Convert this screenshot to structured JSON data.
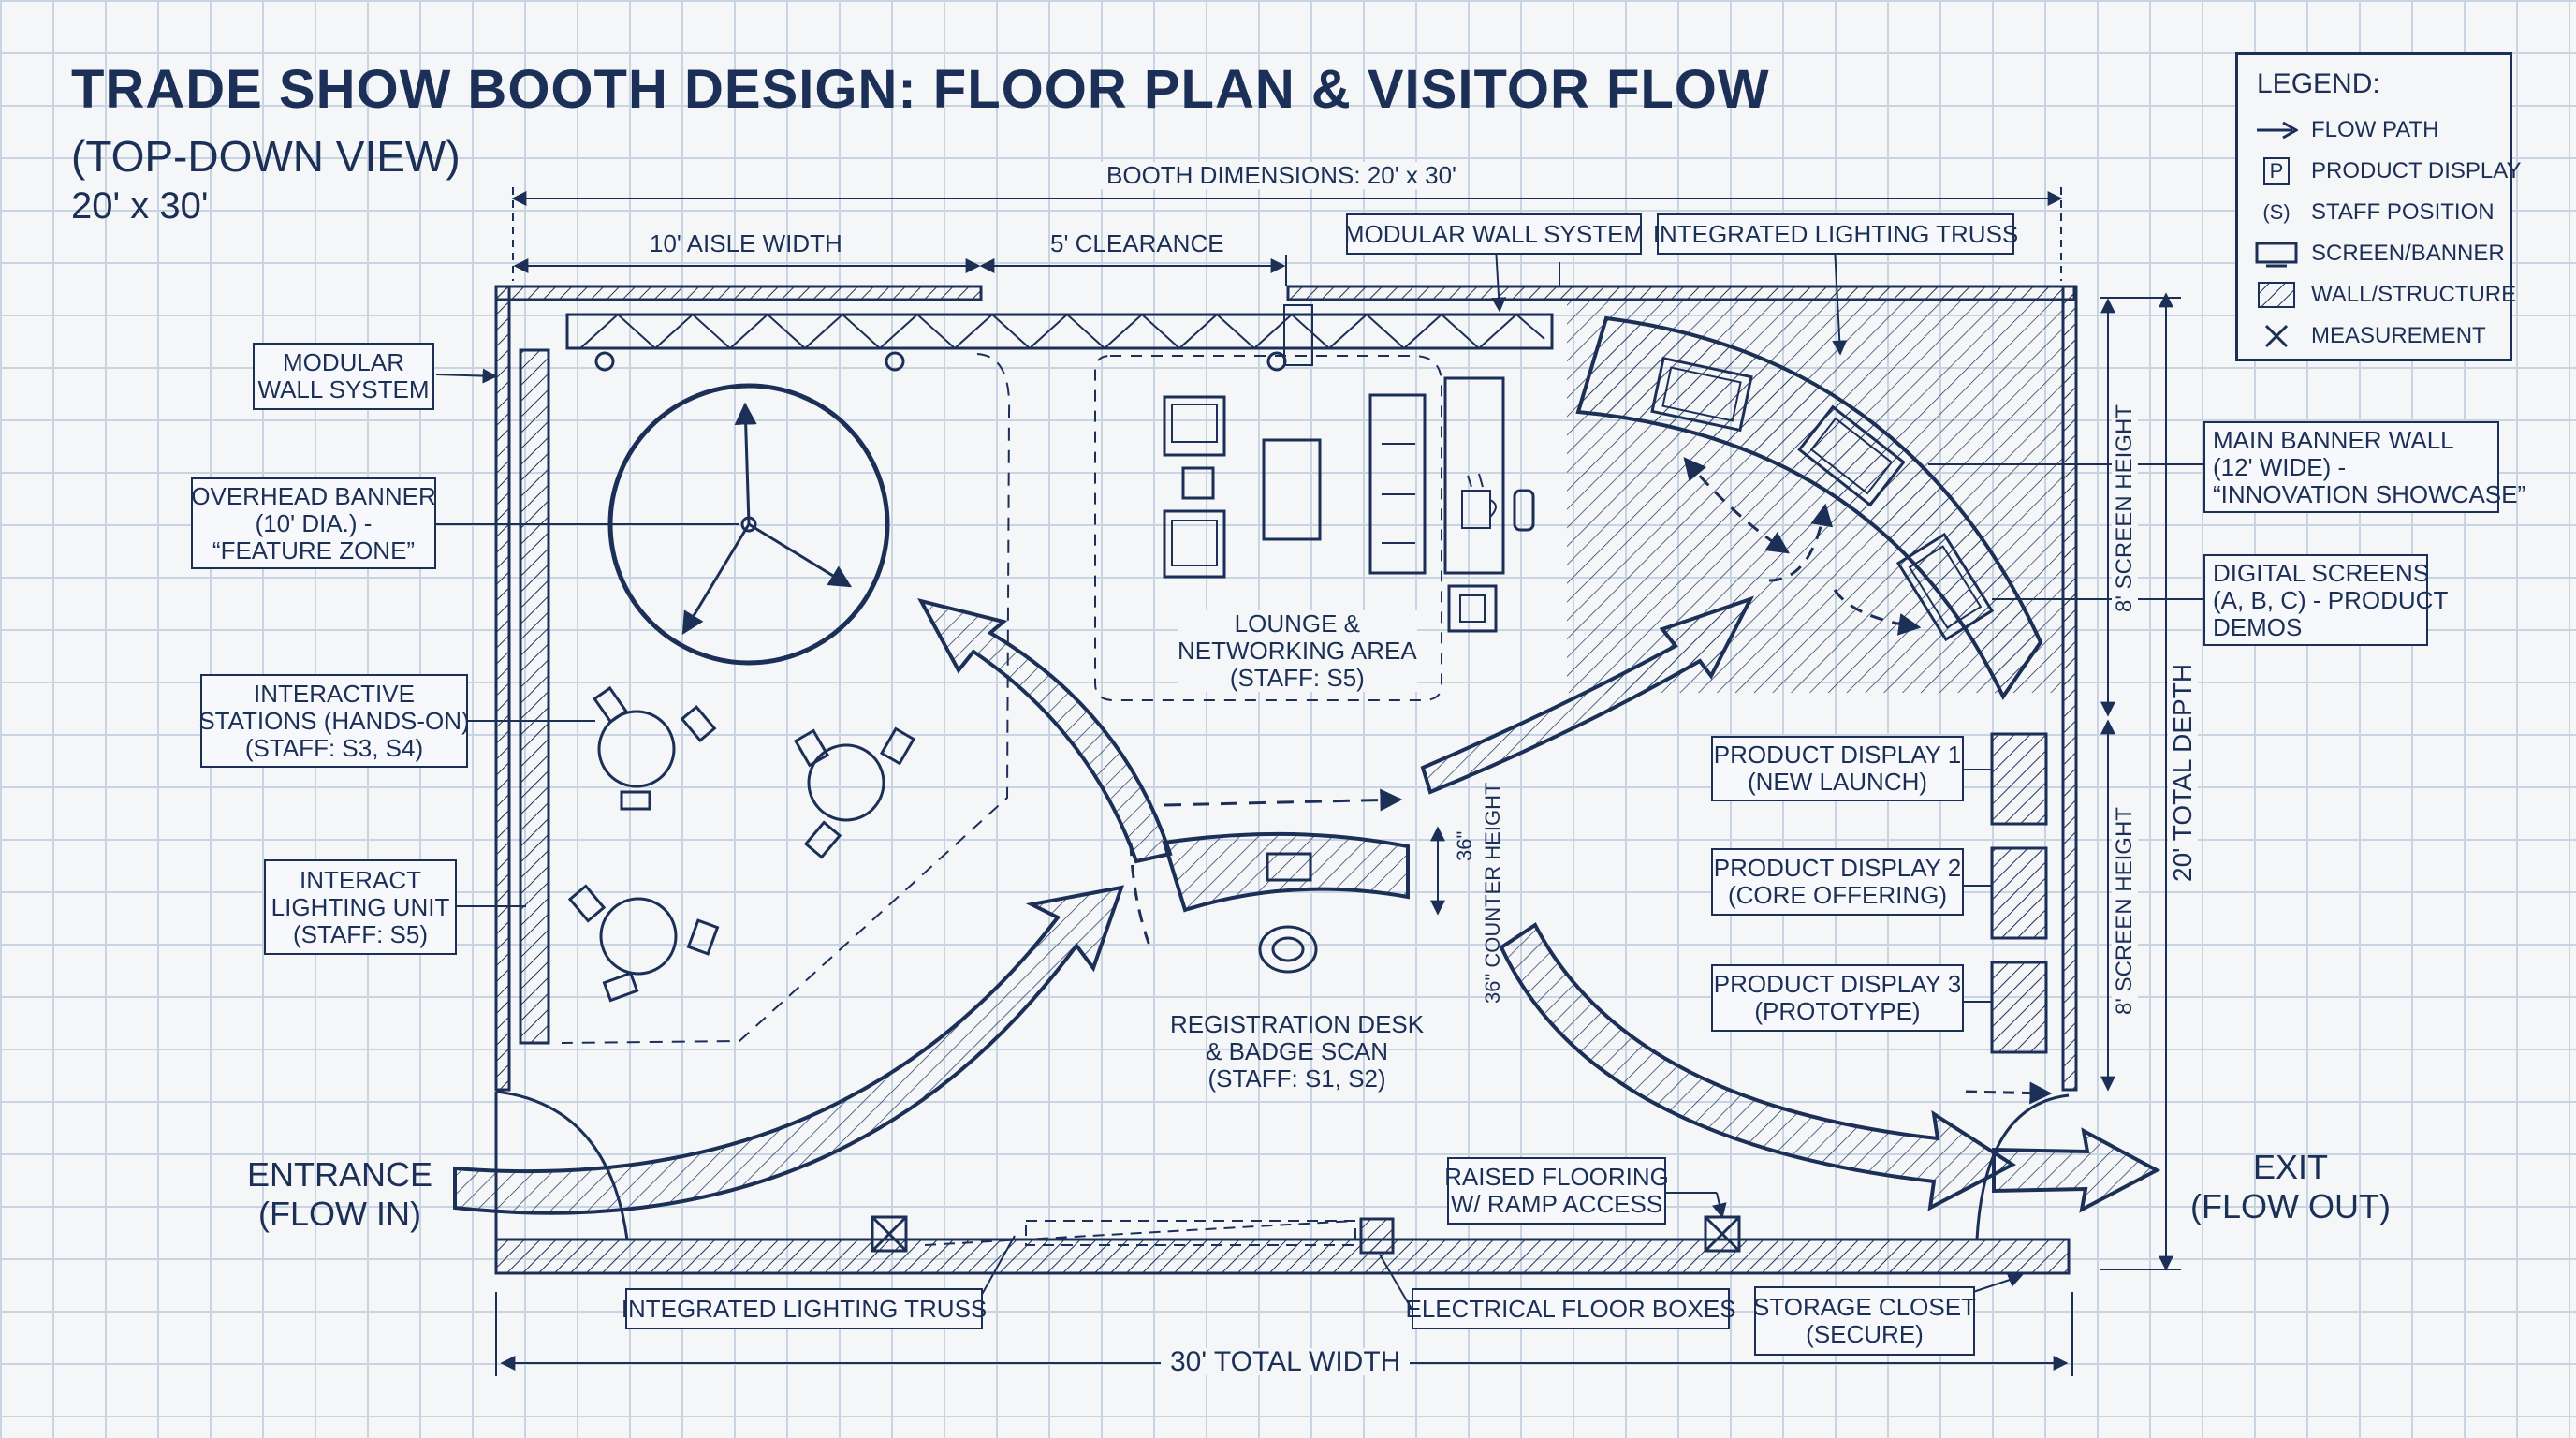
{
  "title": "TRADE SHOW BOOTH DESIGN: FLOOR PLAN & VISITOR FLOW",
  "subtitle": "(TOP-DOWN VIEW)",
  "size_note": "20' x 30'",
  "dimensions": {
    "booth": "BOOTH DIMENSIONS: 20' x 30'",
    "aisle": "10' AISLE WIDTH",
    "clearance": "5' CLEARANCE",
    "total_width": "30' TOTAL WIDTH",
    "total_depth": "20' TOTAL DEPTH",
    "screen_height_upper": "8' SCREEN HEIGHT",
    "screen_height_lower": "8' SCREEN HEIGHT",
    "counter_value": "36\"",
    "counter_height": "36\" COUNTER HEIGHT"
  },
  "legend": {
    "title": "LEGEND:",
    "items": [
      {
        "symbol": "arrow",
        "label": "FLOW PATH"
      },
      {
        "symbol": "P",
        "label": "PRODUCT DISPLAY"
      },
      {
        "symbol": "(S)",
        "label": "STAFF POSITION"
      },
      {
        "symbol": "screen",
        "label": "SCREEN/BANNER"
      },
      {
        "symbol": "hatch",
        "label": "WALL/STRUCTURE"
      },
      {
        "symbol": "x",
        "label": "MEASUREMENT"
      }
    ]
  },
  "callouts": {
    "modular_wall_top": "MODULAR WALL SYSTEM",
    "lighting_truss_top": "INTEGRATED LIGHTING TRUSS",
    "modular_wall_left": [
      "MODULAR",
      "WALL SYSTEM"
    ],
    "overhead_banner": [
      "OVERHEAD BANNER",
      "(10' DIA.) -",
      "“FEATURE ZONE”"
    ],
    "interactive_stations": [
      "INTERACTIVE",
      "STATIONS (HANDS-ON)",
      "(STAFF: S3, S4)"
    ],
    "interact_lighting": [
      "INTERACT",
      "LIGHTING UNIT",
      "(STAFF: S5)"
    ],
    "main_banner": [
      "MAIN BANNER WALL",
      "(12' WIDE) -",
      "“INNOVATION SHOWCASE”"
    ],
    "digital_screens": [
      "DIGITAL SCREENS",
      "(A, B, C) - PRODUCT",
      "DEMOS"
    ],
    "product_display_1": [
      "PRODUCT DISPLAY 1",
      "(NEW LAUNCH)"
    ],
    "product_display_2": [
      "PRODUCT DISPLAY 2",
      "(CORE OFFERING)"
    ],
    "product_display_3": [
      "PRODUCT DISPLAY 3",
      "(PROTOTYPE)"
    ],
    "raised_flooring": [
      "RAISED FLOORING",
      "W/ RAMP ACCESS"
    ],
    "lighting_truss_bottom": "INTEGRATED LIGHTING TRUSS",
    "electrical": "ELECTRICAL FLOOR BOXES",
    "storage": [
      "STORAGE CLOSET",
      "(SECURE)"
    ]
  },
  "zones": {
    "lounge": [
      "LOUNGE &",
      "NETWORKING AREA",
      "(STAFF: S5)"
    ],
    "registration": [
      "REGISTRATION DESK",
      "& BADGE SCAN",
      "(STAFF: S1, S2)"
    ]
  },
  "entrance": [
    "ENTRANCE",
    "(FLOW IN)"
  ],
  "exit": [
    "EXIT",
    "(FLOW OUT)"
  ],
  "colors": {
    "ink": "#1c2f57",
    "grid": "#c9d4e2",
    "paper": "#f4f6f8"
  }
}
